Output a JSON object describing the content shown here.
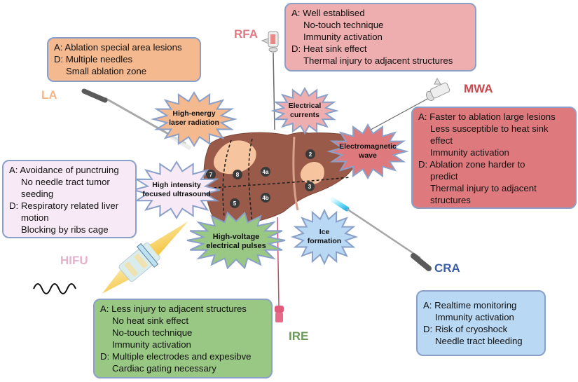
{
  "techniques": {
    "rfa": {
      "label": "RFA",
      "color": "#e07a80",
      "box_color": "#eeadaf",
      "burst": [
        "Electrical",
        "currents"
      ],
      "lines": [
        "A: Well establised",
        "No-touch technique",
        "Immunity activation",
        "D: Heat sink effect",
        "Thermal injury to adjacent structures"
      ]
    },
    "la": {
      "label": "LA",
      "color": "#f2b88c",
      "box_color": "#f4b98f",
      "burst": [
        "High-energy",
        "laser radiation"
      ],
      "lines": [
        "A: Ablation special area lesions",
        "D:  Multiple needles",
        "Small ablation zone"
      ]
    },
    "mwa": {
      "label": "MWA",
      "color": "#c9484f",
      "box_color": "#de7a7d",
      "burst": [
        "Electromagnetic",
        "wave"
      ],
      "lines": [
        "A: Faster to ablation large lesions",
        "Less susceptible to heat sink",
        "effect",
        "Immunity activation",
        "D: Ablation zone  harder to",
        "predict",
        "Thermal injury to adjacent",
        "structures"
      ]
    },
    "hifu": {
      "label": "HIFU",
      "color": "#e3b2cd",
      "box_color": "#f8e9f6",
      "burst": [
        "High intensity",
        "focused ultrasound"
      ],
      "lines": [
        "A: Avoidance of punctruing",
        "No needle tract tumor",
        "seeding",
        "D:  Respiratory related liver",
        "motion",
        "Blocking by ribs cage"
      ]
    },
    "ire": {
      "label": "IRE",
      "color": "#6b9a55",
      "box_color": "#99c784",
      "burst": [
        "High-voltage",
        "electrical pulses"
      ],
      "lines": [
        "A: Less injury to adjacent structures",
        "No heat sink effect",
        "No-touch technique",
        "Immunity activation",
        "D:  Multiple electrodes and expesibve",
        "Cardiac gating necessary"
      ]
    },
    "cra": {
      "label": "CRA",
      "color": "#3b5ea8",
      "box_color": "#b8d8f4",
      "burst": [
        "Ice",
        "formation"
      ],
      "lines": [
        "A: Realtime monitoring",
        "Immunity activation",
        "D: Risk of cryoshock",
        "Needle tract bleeding"
      ]
    }
  },
  "liver": {
    "color": "#9a5a4a",
    "lesion_color": "#f6c49e",
    "segments": [
      "2",
      "3",
      "4a",
      "4b",
      "5",
      "7",
      "8"
    ]
  }
}
